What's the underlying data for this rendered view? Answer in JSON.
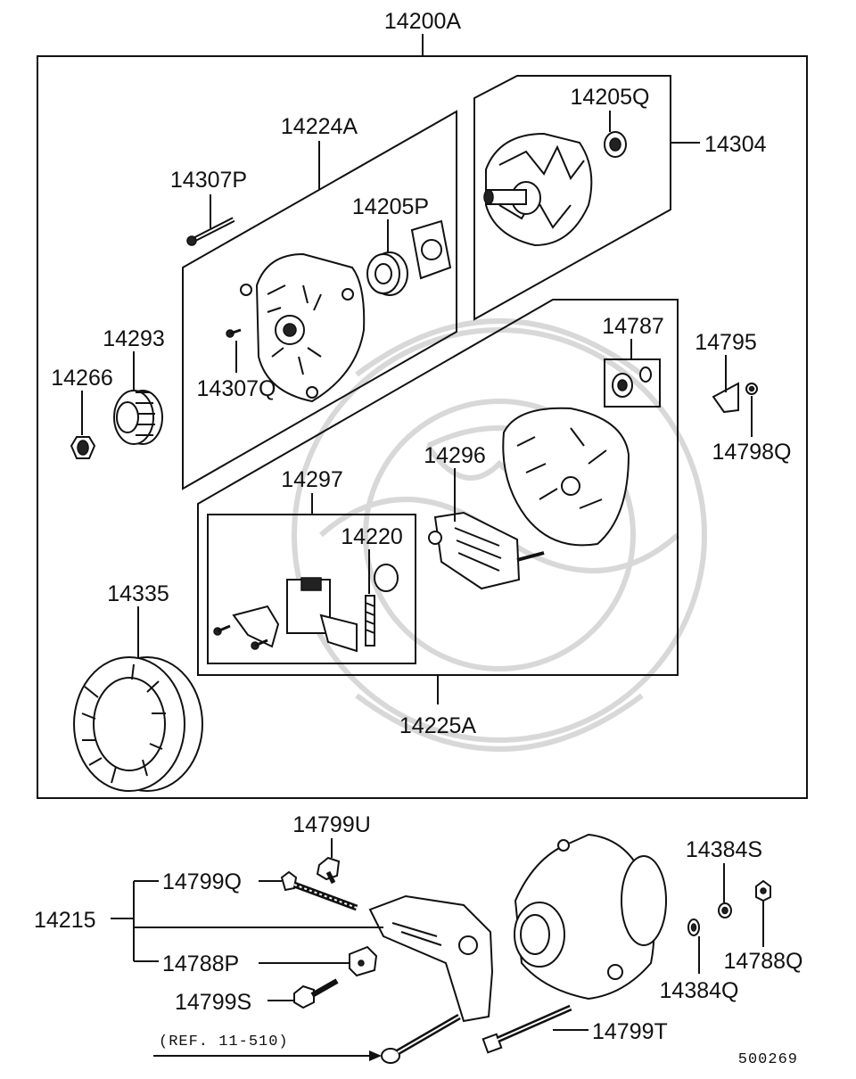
{
  "labels": {
    "p14200A": "14200A",
    "p14224A": "14224A",
    "p14307P": "14307P",
    "p14205P": "14205P",
    "p14205Q": "14205Q",
    "p14304": "14304",
    "p14293": "14293",
    "p14266": "14266",
    "p14307Q": "14307Q",
    "p14787": "14787",
    "p14795": "14795",
    "p14798Q": "14798Q",
    "p14296": "14296",
    "p14297": "14297",
    "p14220": "14220",
    "p14335": "14335",
    "p14225A": "14225A",
    "p14799U": "14799U",
    "p14799Q": "14799Q",
    "p14215": "14215",
    "p14788P": "14788P",
    "p14799S": "14799S",
    "p14384S": "14384S",
    "p14384Q": "14384Q",
    "p14788Q": "14788Q",
    "p14799T": "14799T",
    "ref": "(REF. 11-510)",
    "code": "500269"
  }
}
